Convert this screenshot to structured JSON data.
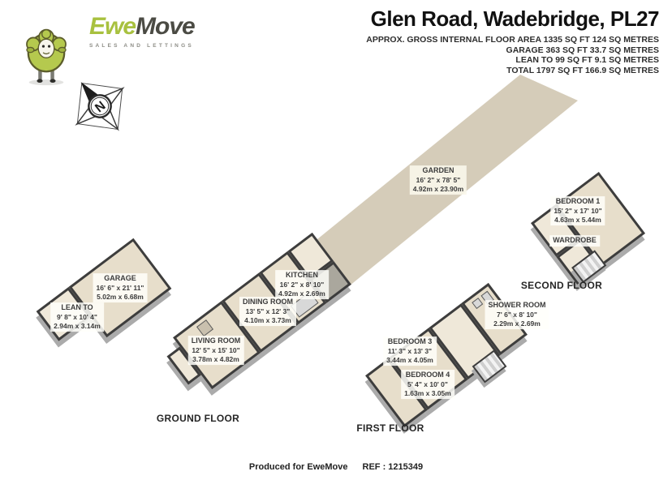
{
  "brand": {
    "name_part1": "Ewe",
    "name_part2": "Move",
    "tagline": "SALES AND LETTINGS"
  },
  "header": {
    "title": "Glen Road, Wadebridge, PL27",
    "area_lines": [
      "APPROX. GROSS INTERNAL FLOOR AREA 1335 SQ FT 124 SQ METRES",
      "GARAGE 363 SQ FT 33.7 SQ METRES",
      "LEAN TO 99 SQ FT 9.1 SQ METRES",
      "TOTAL 1797 SQ FT 166.9 SQ METRES"
    ]
  },
  "compass": {
    "label": "N"
  },
  "garden": {
    "name": "GARDEN",
    "imperial": "16' 2\" x 78' 5\"",
    "metric": "4.92m x 23.90m"
  },
  "floors": {
    "ground_label": "GROUND FLOOR",
    "first_label": "FIRST FLOOR",
    "second_label": "SECOND FLOOR"
  },
  "rooms": {
    "garage": {
      "name": "GARAGE",
      "imperial": "16' 6\" x 21' 11\"",
      "metric": "5.02m x 6.68m"
    },
    "lean_to": {
      "name": "LEAN TO",
      "imperial": "9' 8\" x 10' 4\"",
      "metric": "2.94m x 3.14m"
    },
    "kitchen": {
      "name": "KITCHEN",
      "imperial": "16' 2\" x 8' 10\"",
      "metric": "4.92m x 2.69m"
    },
    "dining": {
      "name": "DINING ROOM",
      "imperial": "13' 5\" x 12' 3\"",
      "metric": "4.10m x 3.73m"
    },
    "living": {
      "name": "LIVING ROOM",
      "imperial": "12' 5\" x 15' 10\"",
      "metric": "3.78m x 4.82m"
    },
    "bedroom3": {
      "name": "BEDROOM 3",
      "imperial": "11' 3\" x 13' 3\"",
      "metric": "3.44m x 4.05m"
    },
    "bedroom4": {
      "name": "BEDROOM 4",
      "imperial": "5' 4\" x 10' 0\"",
      "metric": "1.63m x 3.05m"
    },
    "shower": {
      "name": "SHOWER ROOM",
      "imperial": "7' 6\" x 8' 10\"",
      "metric": "2.29m x 2.69m"
    },
    "bedroom1": {
      "name": "BEDROOM 1",
      "imperial": "15' 2\" x 17' 10\"",
      "metric": "4.63m x 5.44m"
    },
    "wardrobe": {
      "name": "WARDROBE"
    }
  },
  "footer": {
    "produced": "Produced for EweMove",
    "ref": "REF : 1215349"
  },
  "colors": {
    "garden_strip": "#d5ccb9",
    "room_floor": "#e7decb",
    "hall_floor": "#efe8d9",
    "wall": "#3d3d3d",
    "wall_side": "#ababab",
    "brand_green": "#a8c13f",
    "brand_dark": "#4b4b44"
  }
}
